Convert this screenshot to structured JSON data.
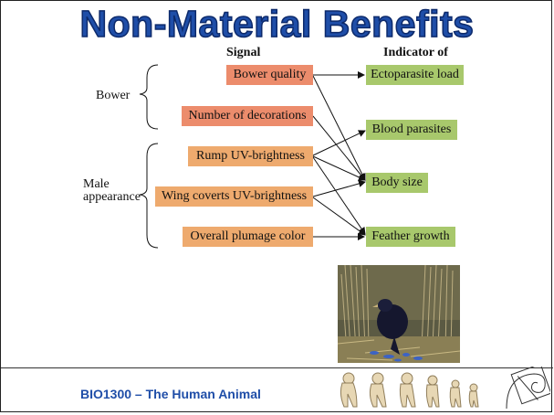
{
  "slide": {
    "title": "Non-Material Benefits",
    "col_signal": "Signal",
    "col_indicator": "Indicator of",
    "group_bower": "Bower",
    "group_male_line1": "Male",
    "group_male_line2": "appearance",
    "signals": [
      "Bower quality",
      "Number of decorations",
      "Rump UV-brightness",
      "Wing coverts UV-brightness",
      "Overall plumage color"
    ],
    "indicators": [
      "Ectoparasite load",
      "Blood parasites",
      "Body size",
      "Feather growth"
    ],
    "footer": "BIO1300 – The Human Animal"
  },
  "colors": {
    "title": "#1f4ea8",
    "signal_bower": "#ec8c6c",
    "signal_male": "#eeaa6e",
    "indicator": "#a8c86c",
    "footer_text": "#1f4ea8"
  }
}
